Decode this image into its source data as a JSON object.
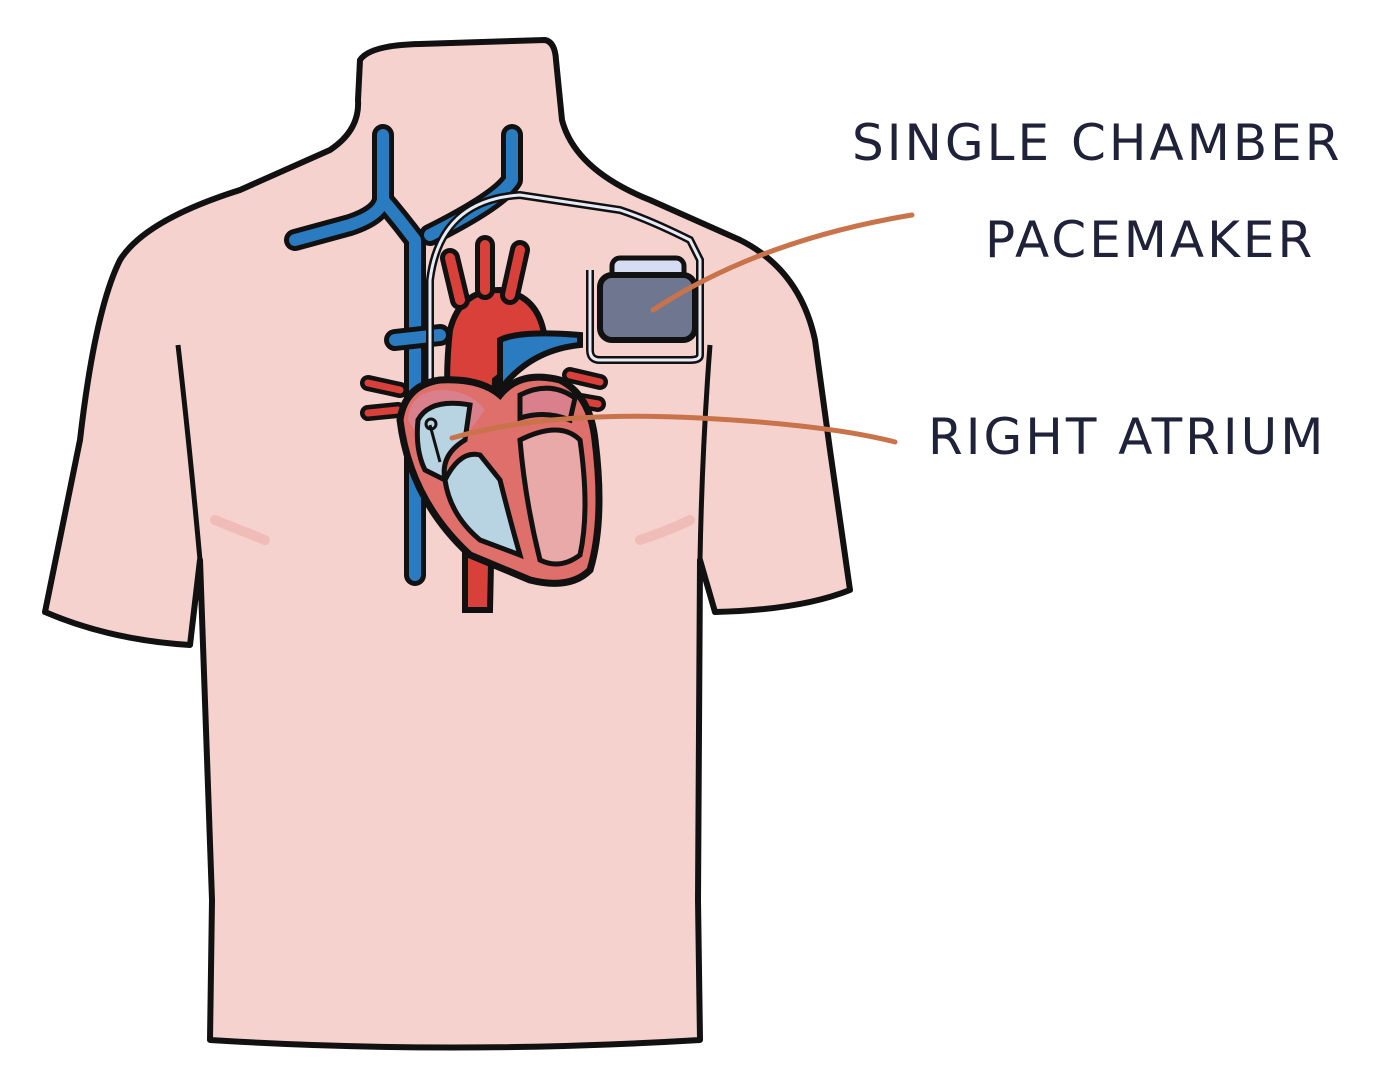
{
  "labels": {
    "pacemaker_line1": "SINGLE CHAMBER",
    "pacemaker_line2": "PACEMAKER",
    "right_atrium": "RIGHT ATRIUM"
  },
  "colors": {
    "skin": "#f6d2cf",
    "skin_shadow": "#f0bcb8",
    "outline": "#111111",
    "vein": "#2a7bbf",
    "artery": "#d9403a",
    "heart_wall": "#de6f6a",
    "atrium_pink": "#d9808c",
    "right_chambers": "#b8d3e2",
    "left_chambers": "#e8a9a8",
    "pacemaker_body": "#6f7790",
    "pacemaker_header": "#d6dcf2",
    "leader_line": "#c8734a",
    "text": "#1f2238"
  }
}
